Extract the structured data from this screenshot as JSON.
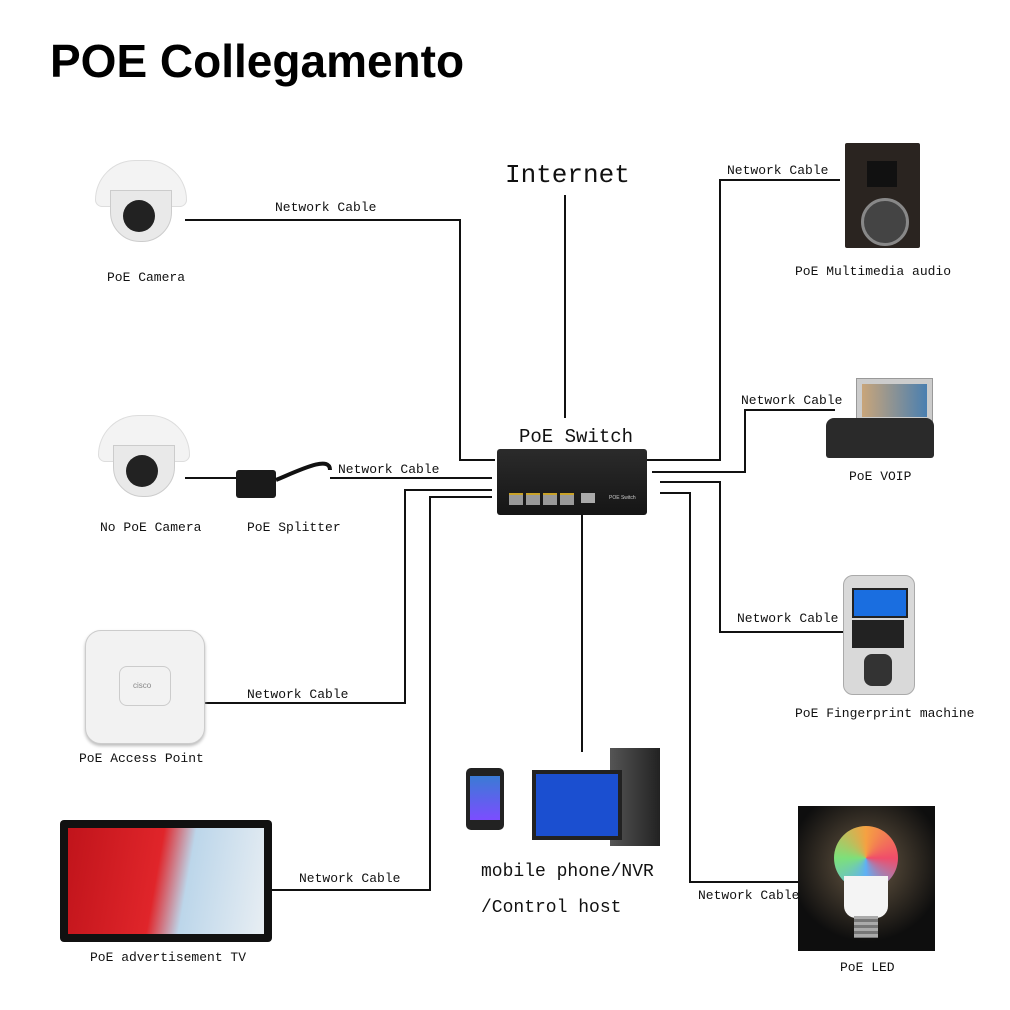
{
  "title": "POE Collegamento",
  "internet": "Internet",
  "switch": {
    "label": "PoE Switch",
    "badge": "POE Switch"
  },
  "devices": {
    "poe_camera": "PoE Camera",
    "no_poe_camera": "No PoE Camera",
    "poe_splitter": "PoE Splitter",
    "access_point": "PoE Access Point",
    "advertisement_tv": "PoE advertisement TV",
    "nvr_line1": "mobile phone/NVR",
    "nvr_line2": "/Control host",
    "multimedia_audio": "PoE Multimedia audio",
    "voip": "PoE VOIP",
    "fingerprint": "PoE Fingerprint machine",
    "led": "PoE LED"
  },
  "cable_label": "Network Cable",
  "access_point_brand": "cisco"
}
